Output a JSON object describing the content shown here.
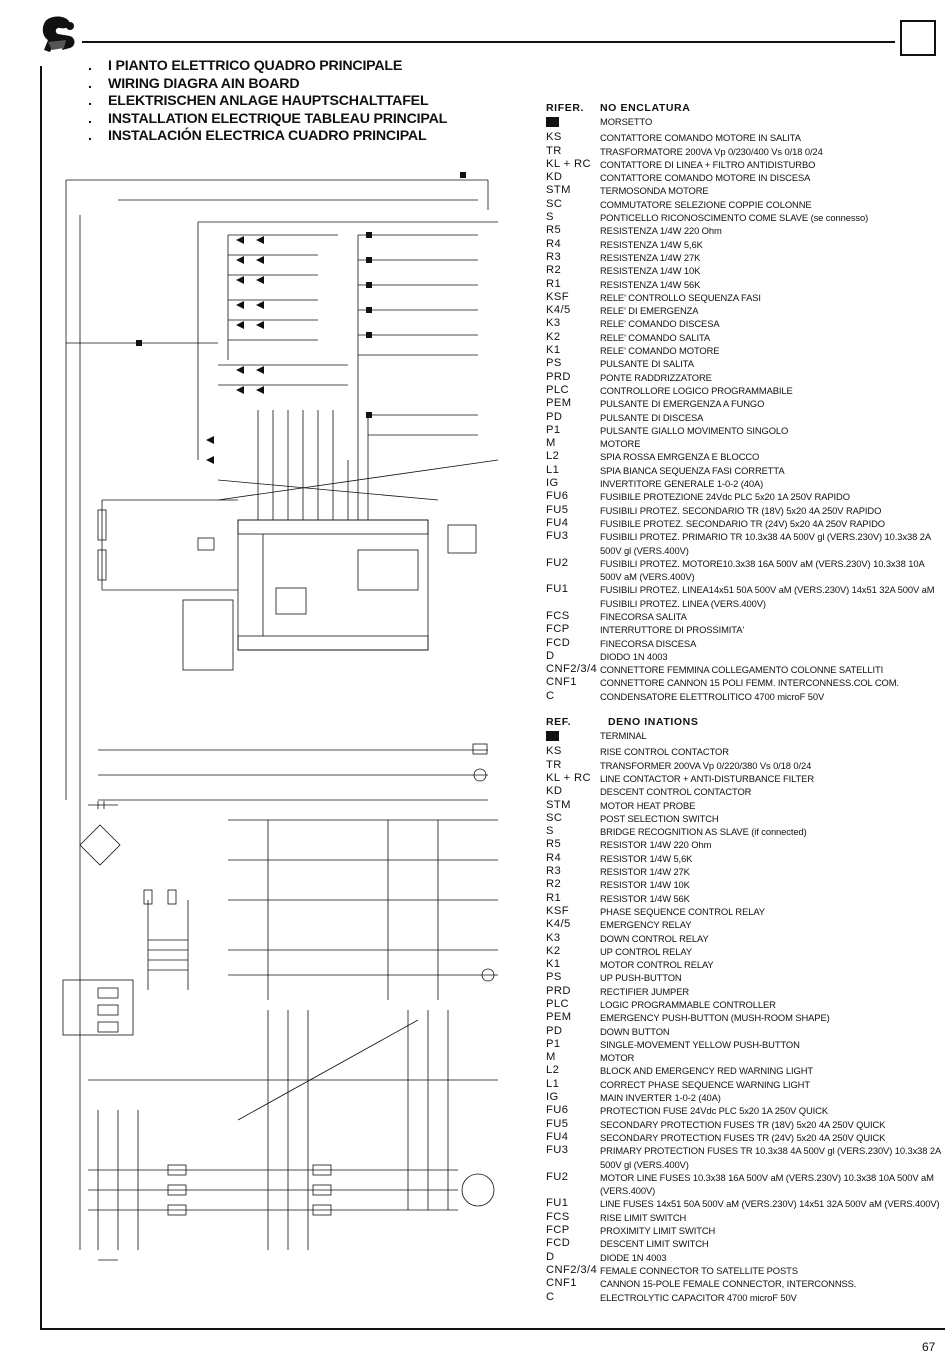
{
  "titles": [
    "I   PIANTO ELETTRICO QUADRO PRINCIPALE",
    "WIRING DIAGRA       AIN BOARD",
    "ELEKTRISCHEN ANLAGE   HAUPTSCHALTTAFEL",
    "INSTALLATION ELECTRIQUE   TABLEAU PRINCIPAL",
    "INSTALACIÓN ELECTRICA CUADRO PRINCIPAL"
  ],
  "bullet": ".",
  "page_number": "67",
  "legend_it": {
    "header_code": "RIFER.",
    "header_desc": "NO   ENCLATURA",
    "rows": [
      {
        "code": "",
        "desc": "MORSETTO",
        "swatch": true
      },
      {
        "code": "KS",
        "desc": "CONTATTORE COMANDO MOTORE IN SALITA"
      },
      {
        "code": "TR",
        "desc": "TRASFORMATORE 200VA Vp 0/230/400 Vs 0/18 0/24"
      },
      {
        "code": "KL + RC",
        "desc": "CONTATTORE DI LINEA + FILTRO ANTIDISTURBO"
      },
      {
        "code": "KD",
        "desc": "CONTATTORE COMANDO MOTORE IN DISCESA"
      },
      {
        "code": "STM",
        "desc": "TERMOSONDA MOTORE"
      },
      {
        "code": "SC",
        "desc": "COMMUTATORE SELEZIONE COPPIE COLONNE"
      },
      {
        "code": "S",
        "desc": "PONTICELLO RICONOSCIMENTO COME SLAVE (se connesso)"
      },
      {
        "code": "R5",
        "desc": "RESISTENZA 1/4W 220 Ohm"
      },
      {
        "code": "R4",
        "desc": "RESISTENZA 1/4W 5,6K"
      },
      {
        "code": "R3",
        "desc": "RESISTENZA 1/4W 27K"
      },
      {
        "code": "R2",
        "desc": "RESISTENZA 1/4W 10K"
      },
      {
        "code": "R1",
        "desc": "RESISTENZA 1/4W 56K"
      },
      {
        "code": "KSF",
        "desc": "RELE' CONTROLLO SEQUENZA FASI"
      },
      {
        "code": "K4/5",
        "desc": "RELE' DI EMERGENZA"
      },
      {
        "code": "K3",
        "desc": "RELE' COMANDO DISCESA"
      },
      {
        "code": "K2",
        "desc": "RELE' COMANDO SALITA"
      },
      {
        "code": "K1",
        "desc": "RELE' COMANDO MOTORE"
      },
      {
        "code": "PS",
        "desc": "PULSANTE DI SALITA"
      },
      {
        "code": "PRD",
        "desc": "PONTE RADDRIZZATORE"
      },
      {
        "code": "PLC",
        "desc": "CONTROLLORE LOGICO PROGRAMMABILE"
      },
      {
        "code": "PEM",
        "desc": "PULSANTE DI EMERGENZA A FUNGO"
      },
      {
        "code": "PD",
        "desc": "PULSANTE DI DISCESA"
      },
      {
        "code": "P1",
        "desc": "PULSANTE GIALLO MOVIMENTO SINGOLO"
      },
      {
        "code": "M",
        "desc": "MOTORE"
      },
      {
        "code": "L2",
        "desc": "SPIA ROSSA EMRGENZA E BLOCCO"
      },
      {
        "code": "L1",
        "desc": "SPIA BIANCA SEQUENZA FASI CORRETTA"
      },
      {
        "code": "IG",
        "desc": "INVERTITORE GENERALE 1-0-2 (40A)"
      },
      {
        "code": "FU6",
        "desc": "FUSIBILE PROTEZIONE 24Vdc PLC 5x20 1A 250V RAPIDO"
      },
      {
        "code": "FU5",
        "desc": "FUSIBILI PROTEZ. SECONDARIO TR (18V) 5x20 4A 250V RAPIDO"
      },
      {
        "code": "FU4",
        "desc": "FUSIBILE PROTEZ. SECONDARIO TR (24V) 5x20 4A 250V RAPIDO"
      },
      {
        "code": "FU3",
        "desc": "FUSIBILI PROTEZ. PRIMARIO TR 10.3x38 4A 500V gl (VERS.230V) 10.3x38 2A 500V gl (VERS.400V)"
      },
      {
        "code": "FU2",
        "desc": "FUSIBILI PROTEZ. MOTORE10.3x38 16A 500V aM (VERS.230V) 10.3x38 10A 500V aM (VERS.400V)"
      },
      {
        "code": "FU1",
        "desc": "FUSIBILI PROTEZ. LINEA14x51 50A 500V aM (VERS.230V) 14x51 32A 500V aM FUSIBILI PROTEZ. LINEA (VERS.400V)"
      },
      {
        "code": "FCS",
        "desc": "FINECORSA SALITA"
      },
      {
        "code": "FCP",
        "desc": "INTERRUTTORE DI PROSSIMITA'"
      },
      {
        "code": "FCD",
        "desc": "FINECORSA DISCESA"
      },
      {
        "code": "D",
        "desc": "DIODO 1N 4003"
      },
      {
        "code": "CNF2/3/4",
        "desc": "CONNETTORE FEMMINA COLLEGAMENTO COLONNE SATELLITI"
      },
      {
        "code": "CNF1",
        "desc": "CONNETTORE CANNON 15 POLI FEMM. INTERCONNESS.COL COM."
      },
      {
        "code": "C",
        "desc": "CONDENSATORE ELETTROLITICO 4700 microF 50V"
      }
    ]
  },
  "legend_en": {
    "header_code": "REF.",
    "header_desc": "DENO   INATIONS",
    "rows": [
      {
        "code": "",
        "desc": "TERMINAL",
        "swatch": true
      },
      {
        "code": "KS",
        "desc": "RISE CONTROL CONTACTOR"
      },
      {
        "code": "TR",
        "desc": "TRANSFORMER 200VA Vp 0/220/380 Vs 0/18 0/24"
      },
      {
        "code": "KL + RC",
        "desc": "LINE CONTACTOR + ANTI-DISTURBANCE FILTER"
      },
      {
        "code": "KD",
        "desc": "DESCENT CONTROL CONTACTOR"
      },
      {
        "code": "STM",
        "desc": "MOTOR HEAT PROBE"
      },
      {
        "code": "SC",
        "desc": "POST SELECTION SWITCH"
      },
      {
        "code": "S",
        "desc": "BRIDGE RECOGNITION AS SLAVE (if connected)"
      },
      {
        "code": "R5",
        "desc": "RESISTOR 1/4W 220 Ohm"
      },
      {
        "code": "R4",
        "desc": "RESISTOR 1/4W 5,6K"
      },
      {
        "code": "R3",
        "desc": "RESISTOR 1/4W 27K"
      },
      {
        "code": "R2",
        "desc": "RESISTOR 1/4W 10K"
      },
      {
        "code": "R1",
        "desc": "RESISTOR 1/4W 56K"
      },
      {
        "code": "KSF",
        "desc": "PHASE SEQUENCE CONTROL RELAY"
      },
      {
        "code": "K4/5",
        "desc": "EMERGENCY RELAY"
      },
      {
        "code": "K3",
        "desc": "DOWN CONTROL RELAY"
      },
      {
        "code": "K2",
        "desc": "UP CONTROL RELAY"
      },
      {
        "code": "K1",
        "desc": "MOTOR CONTROL RELAY"
      },
      {
        "code": "PS",
        "desc": "UP PUSH-BUTTON"
      },
      {
        "code": "PRD",
        "desc": "RECTIFIER JUMPER"
      },
      {
        "code": "PLC",
        "desc": "LOGIC PROGRAMMABLE CONTROLLER"
      },
      {
        "code": "PEM",
        "desc": "EMERGENCY PUSH-BUTTON (MUSH-ROOM SHAPE)"
      },
      {
        "code": "PD",
        "desc": "DOWN BUTTON"
      },
      {
        "code": "P1",
        "desc": "SINGLE-MOVEMENT YELLOW PUSH-BUTTON"
      },
      {
        "code": "M",
        "desc": "MOTOR"
      },
      {
        "code": "L2",
        "desc": "BLOCK AND EMERGENCY RED WARNING LIGHT"
      },
      {
        "code": "L1",
        "desc": "CORRECT PHASE SEQUENCE  WARNING LIGHT"
      },
      {
        "code": "IG",
        "desc": "MAIN INVERTER 1-0-2 (40A)"
      },
      {
        "code": "FU6",
        "desc": "PROTECTION FUSE 24Vdc PLC 5x20 1A 250V  QUICK"
      },
      {
        "code": "FU5",
        "desc": "SECONDARY PROTECTION FUSES  TR (18V) 5x20 4A 250V QUICK"
      },
      {
        "code": "FU4",
        "desc": "SECONDARY PROTECTION FUSES  TR (24V) 5x20 4A 250V QUICK"
      },
      {
        "code": "FU3",
        "desc": "PRIMARY PROTECTION FUSES TR 10.3x38 4A 500V gl (VERS.230V) 10.3x38 2A 500V gl (VERS.400V)"
      },
      {
        "code": "FU2",
        "desc": "MOTOR LINE FUSES 10.3x38 16A 500V aM (VERS.230V) 10.3x38 10A 500V aM (VERS.400V)"
      },
      {
        "code": "FU1",
        "desc": "LINE FUSES 14x51 50A 500V aM (VERS.230V) 14x51 32A 500V aM (VERS.400V)"
      },
      {
        "code": "FCS",
        "desc": "RISE LIMIT SWITCH"
      },
      {
        "code": "FCP",
        "desc": "PROXIMITY LIMIT SWITCH"
      },
      {
        "code": "FCD",
        "desc": "DESCENT LIMIT SWITCH"
      },
      {
        "code": "D",
        "desc": "DIODE 1N 4003"
      },
      {
        "code": "CNF2/3/4",
        "desc": "FEMALE CONNECTOR TO SATELLITE POSTS"
      },
      {
        "code": "CNF1",
        "desc": "CANNON 15-POLE FEMALE CONNECTOR, INTERCONNSS."
      },
      {
        "code": "C",
        "desc": "ELECTROLYTIC  CAPACITOR 4700 microF 50V"
      }
    ]
  }
}
